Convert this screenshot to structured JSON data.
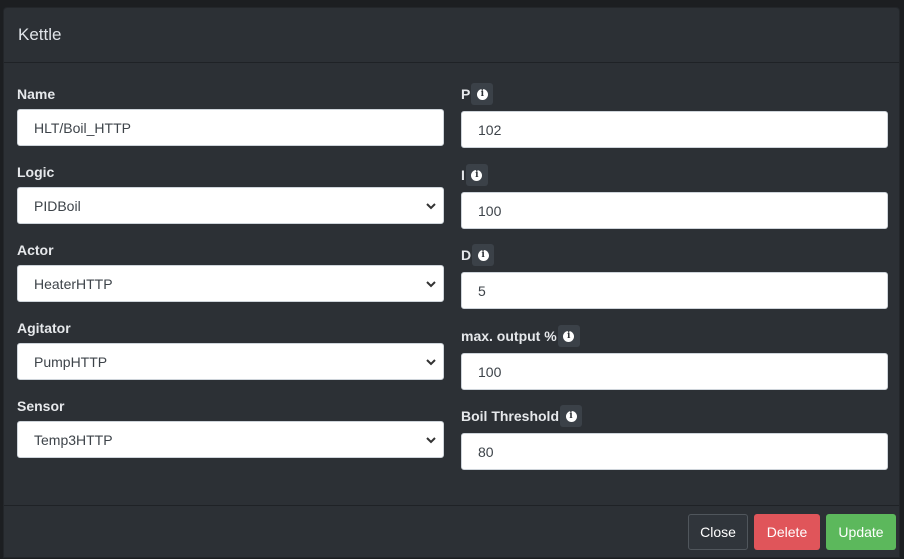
{
  "dialog": {
    "title": "Kettle"
  },
  "left": {
    "name": {
      "label": "Name",
      "value": "HLT/Boil_HTTP"
    },
    "logic": {
      "label": "Logic",
      "value": "PIDBoil"
    },
    "actor": {
      "label": "Actor",
      "value": "HeaterHTTP"
    },
    "agitator": {
      "label": "Agitator",
      "value": "PumpHTTP"
    },
    "sensor": {
      "label": "Sensor",
      "value": "Temp3HTTP"
    }
  },
  "right": {
    "p": {
      "label": "P",
      "value": "102"
    },
    "i": {
      "label": "I",
      "value": "100"
    },
    "d": {
      "label": "D",
      "value": "5"
    },
    "max_output": {
      "label": "max. output %",
      "value": "100"
    },
    "boil_threshold": {
      "label": "Boil Threshold",
      "value": "80"
    }
  },
  "footer": {
    "close": "Close",
    "delete": "Delete",
    "update": "Update"
  },
  "icons": {
    "info": "info-circle-icon",
    "select": "chevron-down-icon"
  },
  "colors": {
    "delete": "#e0555a",
    "update": "#5cb85c",
    "background": "#2c3035"
  }
}
